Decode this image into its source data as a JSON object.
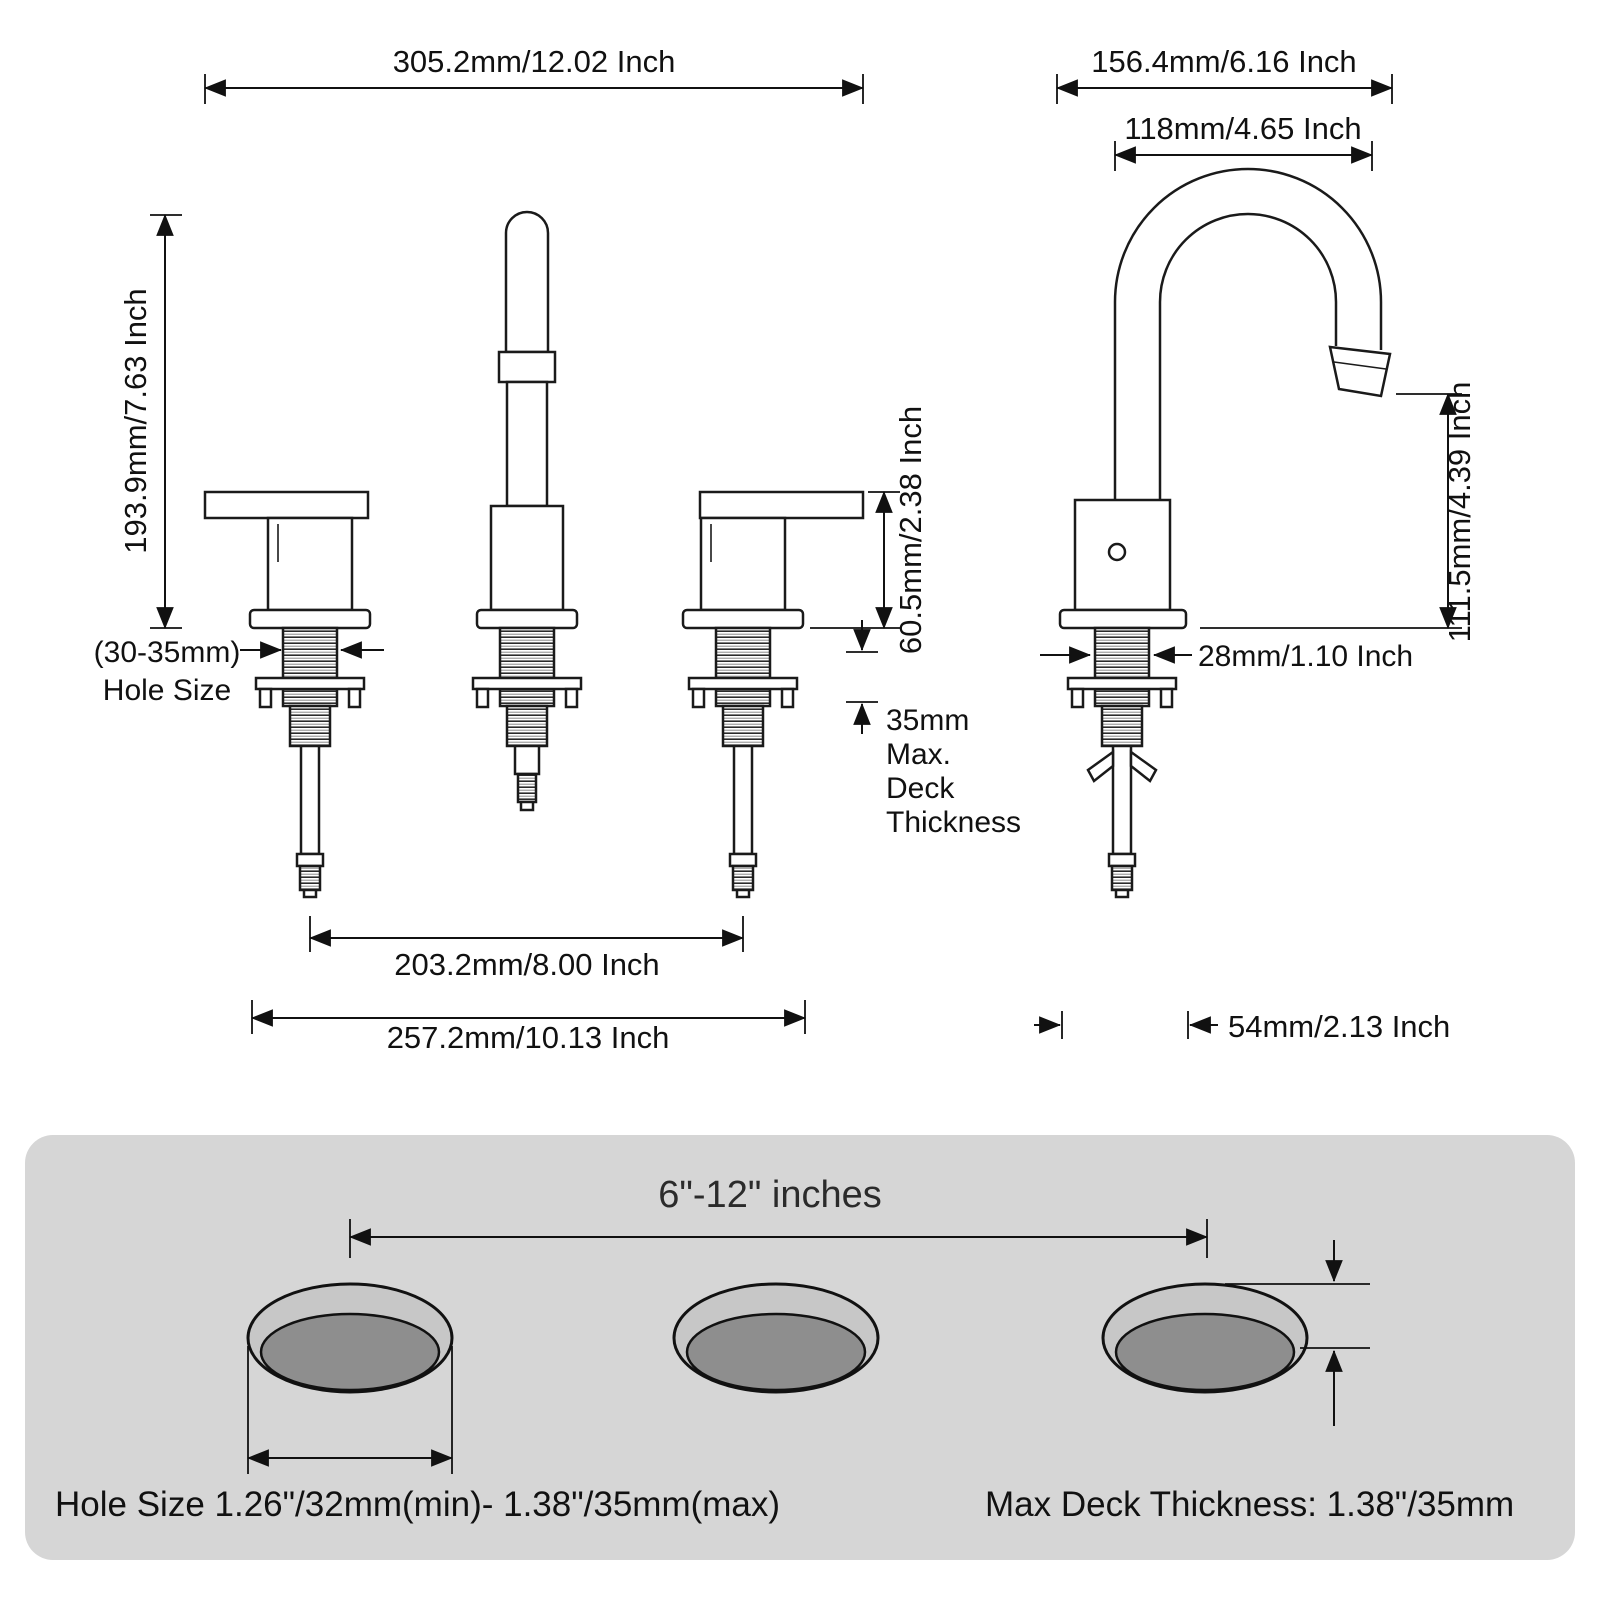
{
  "front": {
    "overall_width": "305.2mm/12.02 Inch",
    "height": "193.9mm/7.63 Inch",
    "hole_size_1": "(30-35mm)",
    "hole_size_2": "Hole Size",
    "handle_height": "60.5mm/2.38 Inch",
    "deck_1": "35mm",
    "deck_2": "Max.",
    "deck_3": "Deck",
    "deck_4": "Thickness",
    "handle_spacing": "203.2mm/8.00 Inch",
    "base_width": "257.2mm/10.13 Inch"
  },
  "side": {
    "reach_outer": "156.4mm/6.16 Inch",
    "reach_inner": "118mm/4.65 Inch",
    "spout_height": "111.5mm/4.39 Inch",
    "shank_diameter": "28mm/1.10 Inch",
    "base_depth": "54mm/2.13 Inch"
  },
  "install": {
    "hole_spacing": "6\"-12\" inches",
    "hole_size": "Hole Size 1.26\"/32mm(min)- 1.38\"/35mm(max)",
    "max_deck": "Max Deck Thickness: 1.38\"/35mm"
  }
}
